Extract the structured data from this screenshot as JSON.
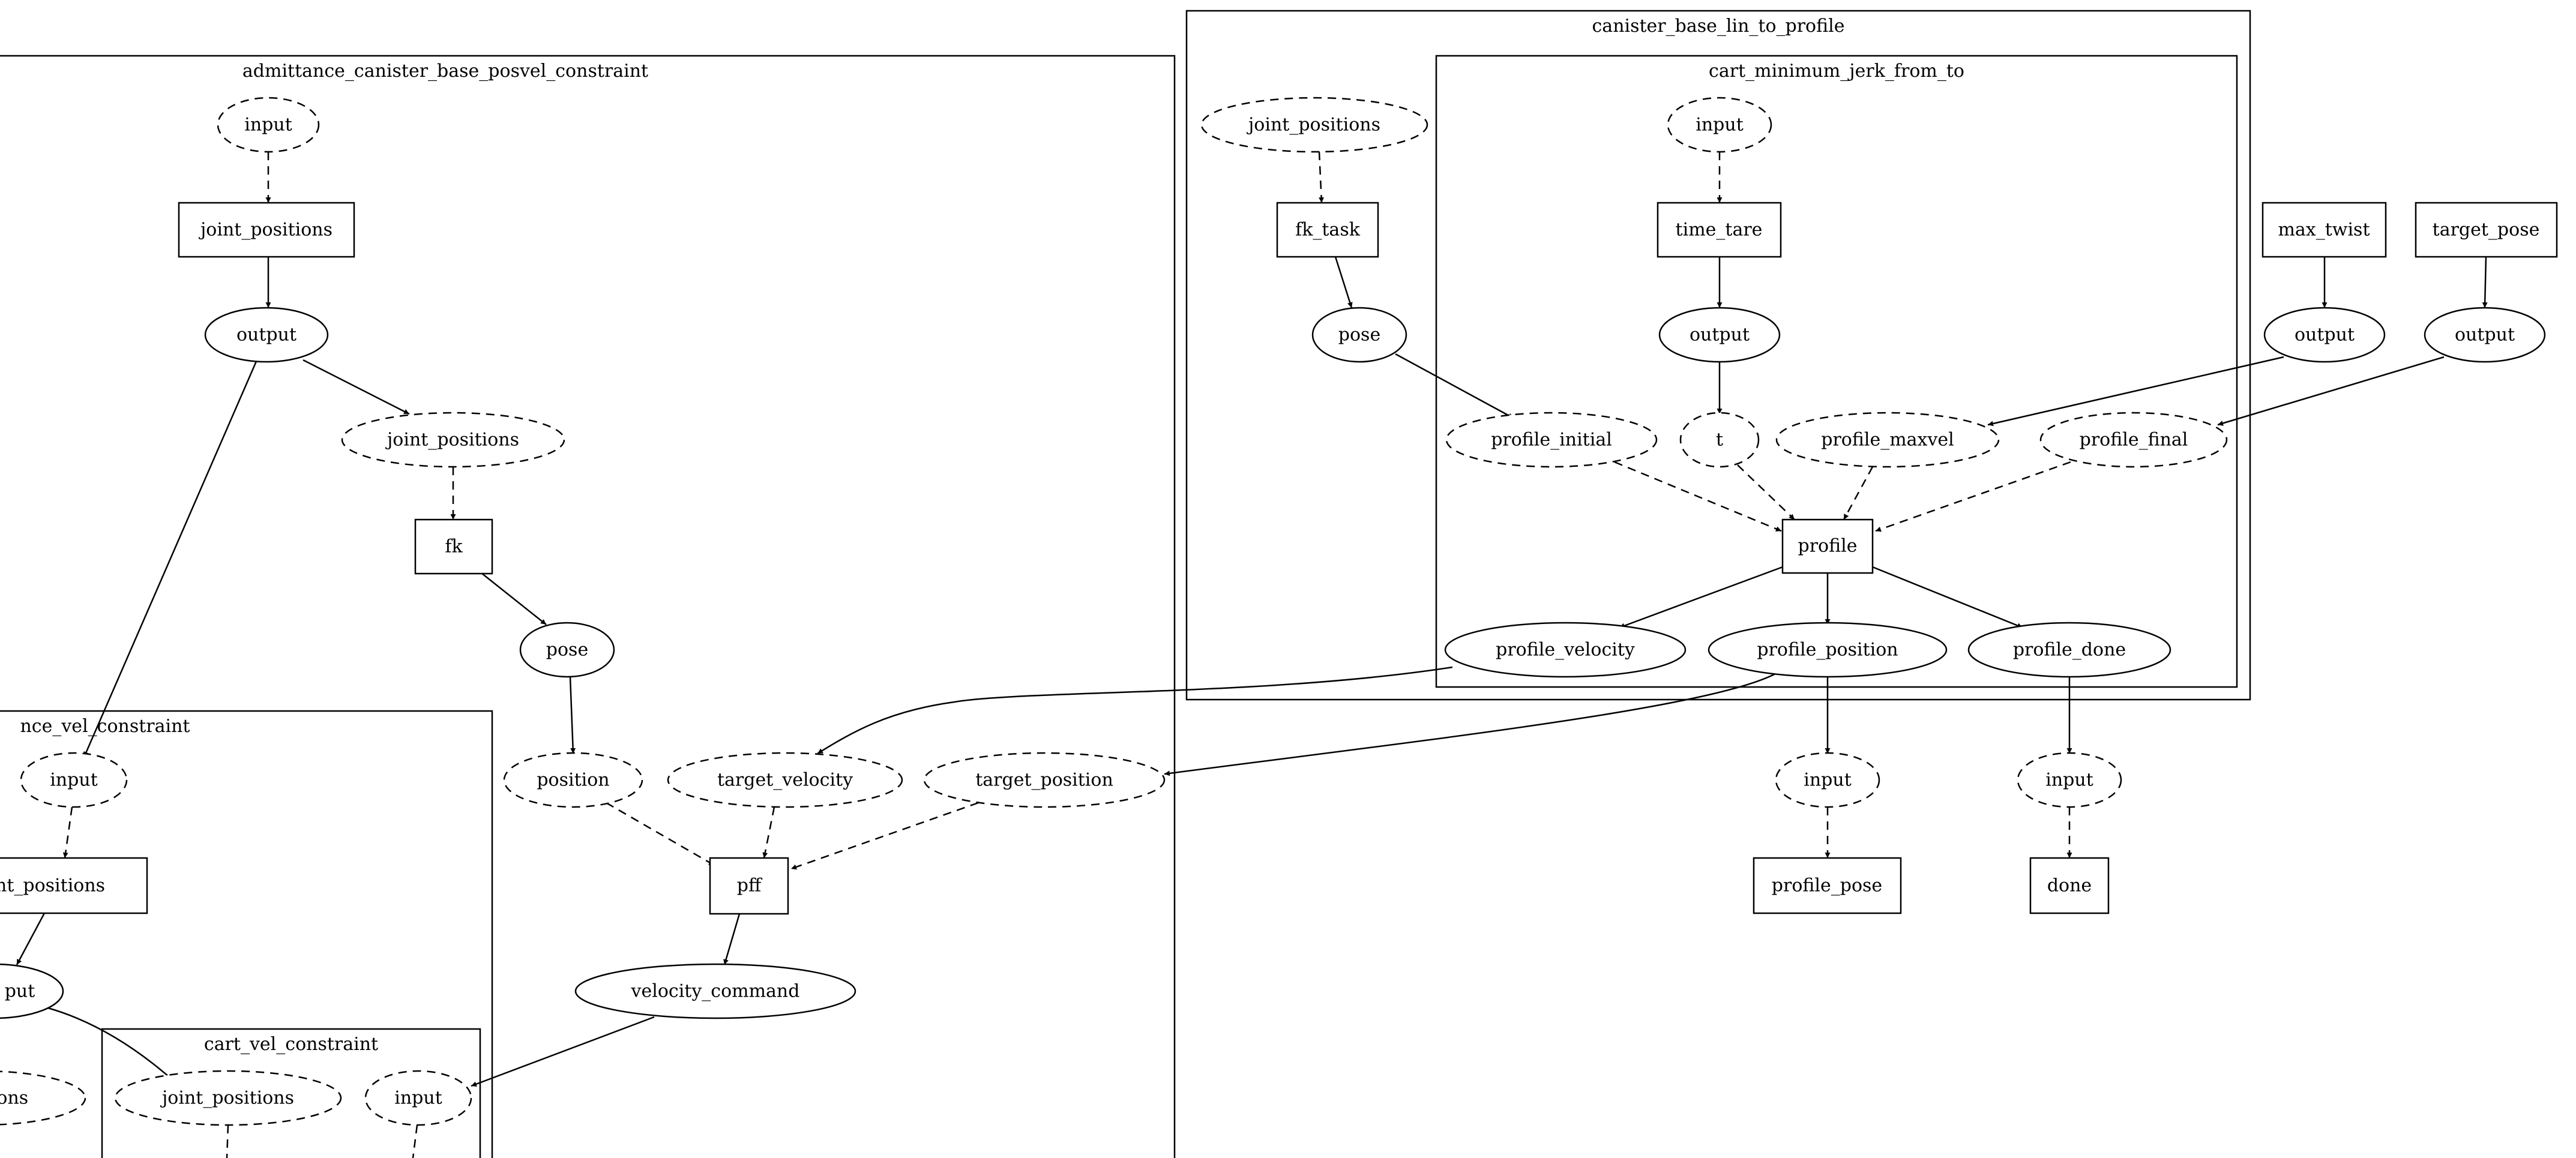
{
  "diagram": {
    "clusters": {
      "admittance_canister_base_posvel_constraint": "admittance_canister_base_posvel_constraint",
      "canister_base_lin_to_profile": "canister_base_lin_to_profile",
      "cart_minimum_jerk_from_to": "cart_minimum_jerk_from_to",
      "admittance_vel_constraint_partial": "nce_vel_constraint",
      "cart_vel_constraint": "cart_vel_constraint"
    },
    "nodes": {
      "a_input": "input",
      "a_joint_positions": "joint_positions",
      "a_output": "output",
      "a_joint_positions_in": "joint_positions",
      "a_fk": "fk",
      "a_pose": "pose",
      "a_position": "position",
      "a_target_velocity": "target_velocity",
      "a_target_position": "target_position",
      "a_pff": "pff",
      "a_velocity_command": "velocity_command",
      "v_input": "input",
      "v_joint_positions": "nt_positions",
      "v_output": "put",
      "v_partial_left": "ions",
      "c_joint_positions": "joint_positions",
      "c_input": "input",
      "l_joint_positions": "joint_positions",
      "l_fk_task": "fk_task",
      "l_pose": "pose",
      "m_input": "input",
      "m_time_tare": "time_tare",
      "m_output": "output",
      "m_profile_initial": "profile_initial",
      "m_t": "t",
      "m_profile_maxvel": "profile_maxvel",
      "m_profile_final": "profile_final",
      "m_profile": "profile",
      "m_profile_velocity": "profile_velocity",
      "m_profile_position": "profile_position",
      "m_profile_done": "profile_done",
      "max_twist": "max_twist",
      "max_twist_output": "output",
      "target_pose": "target_pose",
      "target_pose_output": "output",
      "p_input": "input",
      "p_profile_pose": "profile_pose",
      "d_input": "input",
      "d_done": "done"
    }
  }
}
